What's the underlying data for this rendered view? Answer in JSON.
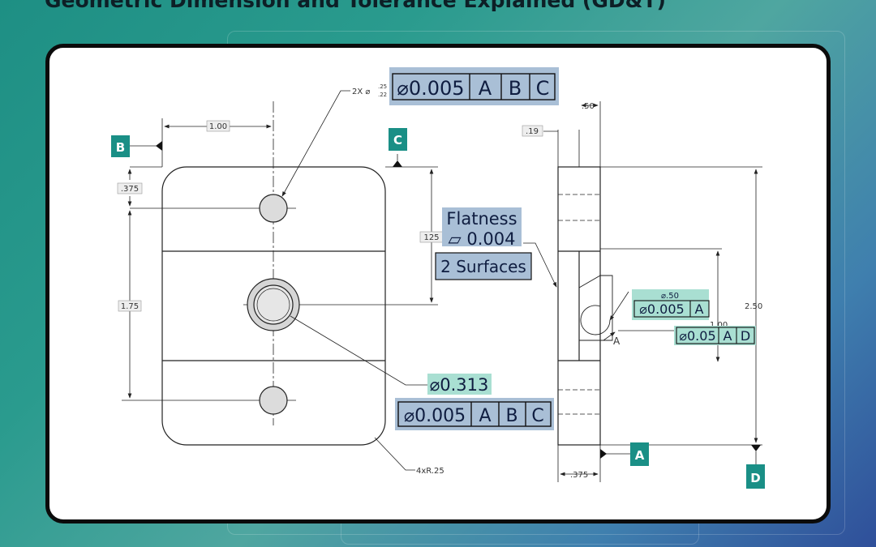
{
  "title": "Geometric Dimension and Tolerance Explained (GD&T)",
  "colors": {
    "teal": "#1a8f86",
    "blue_box": "#a9bfd6",
    "green_box": "#a9dfd2",
    "line": "#222222"
  },
  "datums": {
    "a": "A",
    "b": "B",
    "c": "C",
    "d": "D"
  },
  "hole_note": {
    "prefix": "2X ⌀",
    "upper": ".25",
    "lower": ".22"
  },
  "fcf_top": {
    "tol": "⌀0.005",
    "d1": "A",
    "d2": "B",
    "d3": "C"
  },
  "flatness": {
    "label": "Flatness",
    "value": "▱ 0.004",
    "surfaces": "2 Surfaces"
  },
  "center_hole": {
    "dia": "⌀0.313",
    "tol": "⌀0.005",
    "d1": "A",
    "d2": "B",
    "d3": "C"
  },
  "side_hole": {
    "dia": "⌀.50",
    "tol": "⌀0.005",
    "d1": "A",
    "view_label": "A"
  },
  "side_fcf2": {
    "tol": "⌀0.05",
    "d1": "A",
    "d2": "D"
  },
  "dims": {
    "width": "1.00",
    "top_offset": ".375",
    "height": "1.75",
    "c_dim": "125",
    "side_width": ".50",
    "side_offset": ".19",
    "side_height": "2.50",
    "side_dim": "1.00",
    "bottom_width": ".375",
    "radius_note": "4xR.25"
  }
}
